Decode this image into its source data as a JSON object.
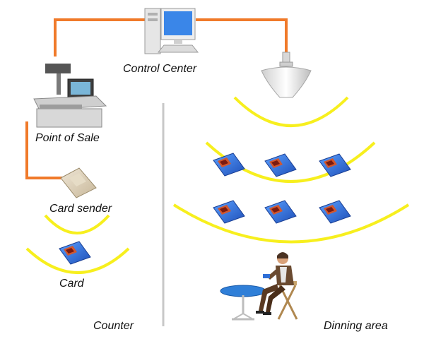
{
  "labels": {
    "control_center": "Control Center",
    "point_of_sale": "Point of Sale",
    "card_sender": "Card sender",
    "card": "Card",
    "counter": "Counter",
    "dining_area": "Dinning area"
  },
  "colors": {
    "link_line": "#f07a2a",
    "signal_wave": "#f7ef1e",
    "divider": "#c8c8c8",
    "card_blue": "#2f6fd6"
  },
  "icons": {
    "control_center": "desktop-computer-icon",
    "point_of_sale": "cash-register-icon",
    "card_sender": "card-reader-icon",
    "antenna": "ceiling-antenna-icon",
    "card": "rfid-card-icon",
    "person": "seated-person-icon"
  }
}
